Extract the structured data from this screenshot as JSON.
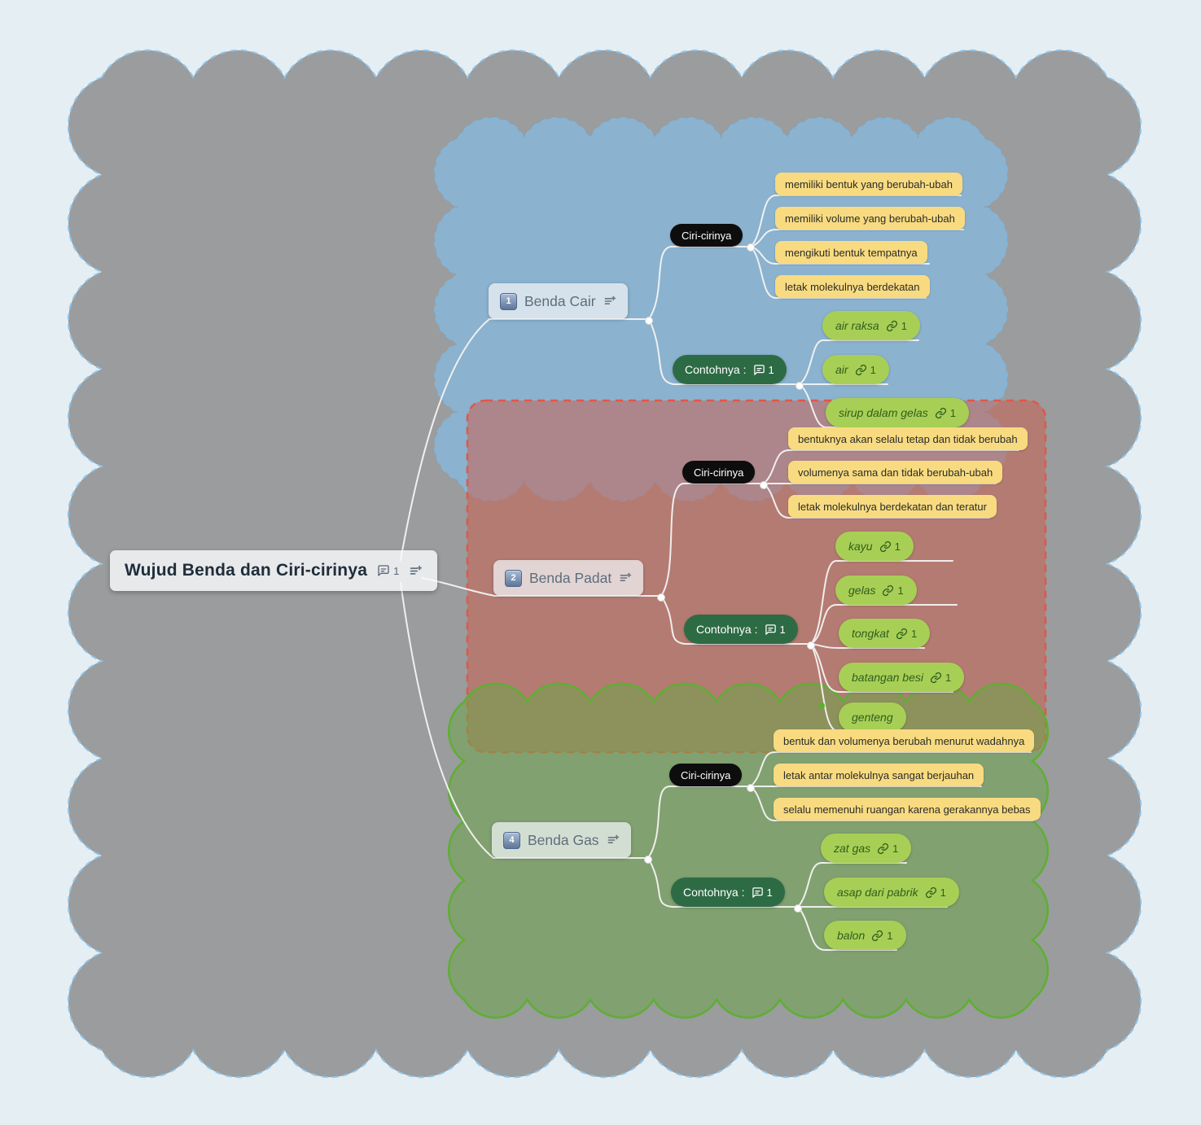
{
  "root": {
    "title": "Wujud Benda dan Ciri-cirinya",
    "comment_count": "1"
  },
  "branches": [
    {
      "badge": "1",
      "label": "Benda Cair",
      "ciri": {
        "label": "Ciri-cirinya",
        "items": [
          "memiliki bentuk yang berubah-ubah",
          "memiliki volume yang berubah-ubah",
          "mengikuti bentuk tempatnya",
          "letak molekulnya berdekatan"
        ]
      },
      "contoh": {
        "label": "Contohnya :",
        "comment_count": "1",
        "items": [
          {
            "label": "air raksa",
            "link_count": "1"
          },
          {
            "label": "air",
            "link_count": "1"
          },
          {
            "label": "sirup dalam gelas",
            "link_count": "1"
          }
        ]
      }
    },
    {
      "badge": "2",
      "label": "Benda Padat",
      "ciri": {
        "label": "Ciri-cirinya",
        "items": [
          "bentuknya akan selalu tetap dan tidak berubah",
          "volumenya sama dan tidak berubah-ubah",
          "letak molekulnya berdekatan dan teratur"
        ]
      },
      "contoh": {
        "label": "Contohnya :",
        "comment_count": "1",
        "items": [
          {
            "label": "kayu",
            "link_count": "1"
          },
          {
            "label": "gelas",
            "link_count": "1"
          },
          {
            "label": "tongkat",
            "link_count": "1"
          },
          {
            "label": "batangan besi",
            "link_count": "1"
          },
          {
            "label": "genteng"
          }
        ]
      }
    },
    {
      "badge": "4",
      "label": "Benda Gas",
      "ciri": {
        "label": "Ciri-cirinya",
        "items": [
          "bentuk dan volumenya berubah menurut wadahnya",
          "letak antar molekulnya sangat berjauhan",
          "selalu memenuhi ruangan karena gerakannya bebas"
        ]
      },
      "contoh": {
        "label": "Contohnya :",
        "comment_count": "1",
        "items": [
          {
            "label": "zat gas",
            "link_count": "1"
          },
          {
            "label": "asap dari pabrik",
            "link_count": "1"
          },
          {
            "label": "balon",
            "link_count": "1"
          }
        ]
      }
    }
  ]
}
